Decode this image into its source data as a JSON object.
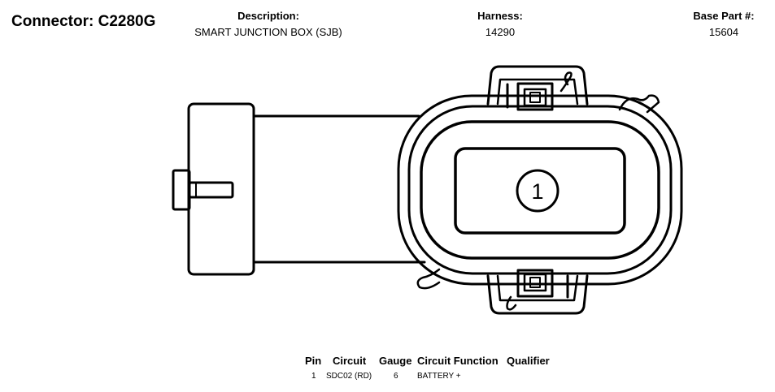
{
  "connector": {
    "title": "Connector: C2280G"
  },
  "header": {
    "description_label": "Description:",
    "description_value": "SMART JUNCTION BOX (SJB)",
    "harness_label": "Harness:",
    "harness_value": "14290",
    "base_part_label": "Base Part #:",
    "base_part_value": "15604"
  },
  "diagram": {
    "pin_labels": [
      "1"
    ]
  },
  "pin_table": {
    "columns": [
      "Pin",
      "Circuit",
      "Gauge",
      "Circuit Function",
      "Qualifier"
    ],
    "rows": [
      {
        "pin": "1",
        "circuit": "SDC02 (RD)",
        "gauge": "6",
        "function": "BATTERY +",
        "qualifier": ""
      }
    ]
  }
}
